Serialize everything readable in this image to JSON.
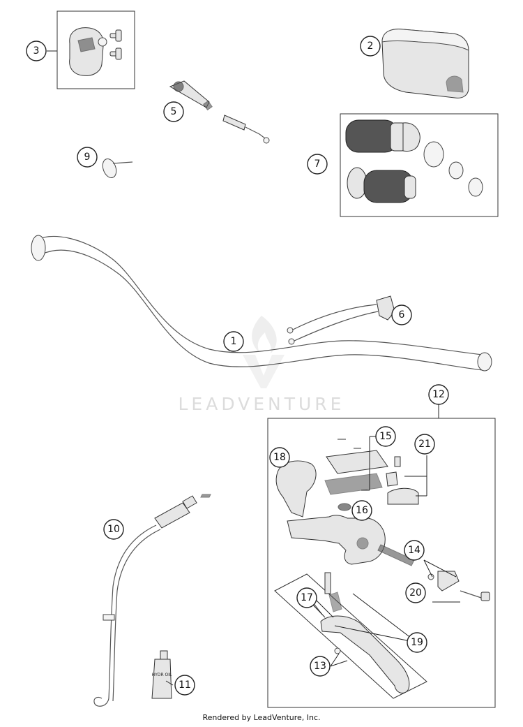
{
  "callouts": [
    "1",
    "2",
    "3",
    "5",
    "6",
    "7",
    "9",
    "10",
    "11",
    "12",
    "13",
    "14",
    "15",
    "16",
    "17",
    "18",
    "19",
    "20",
    "21"
  ],
  "watermark": {
    "text": "LEADVENTURE"
  },
  "oil_bottle": {
    "label": "HYDR OIL"
  },
  "footer": {
    "text": "Rendered by LeadVenture, Inc."
  }
}
